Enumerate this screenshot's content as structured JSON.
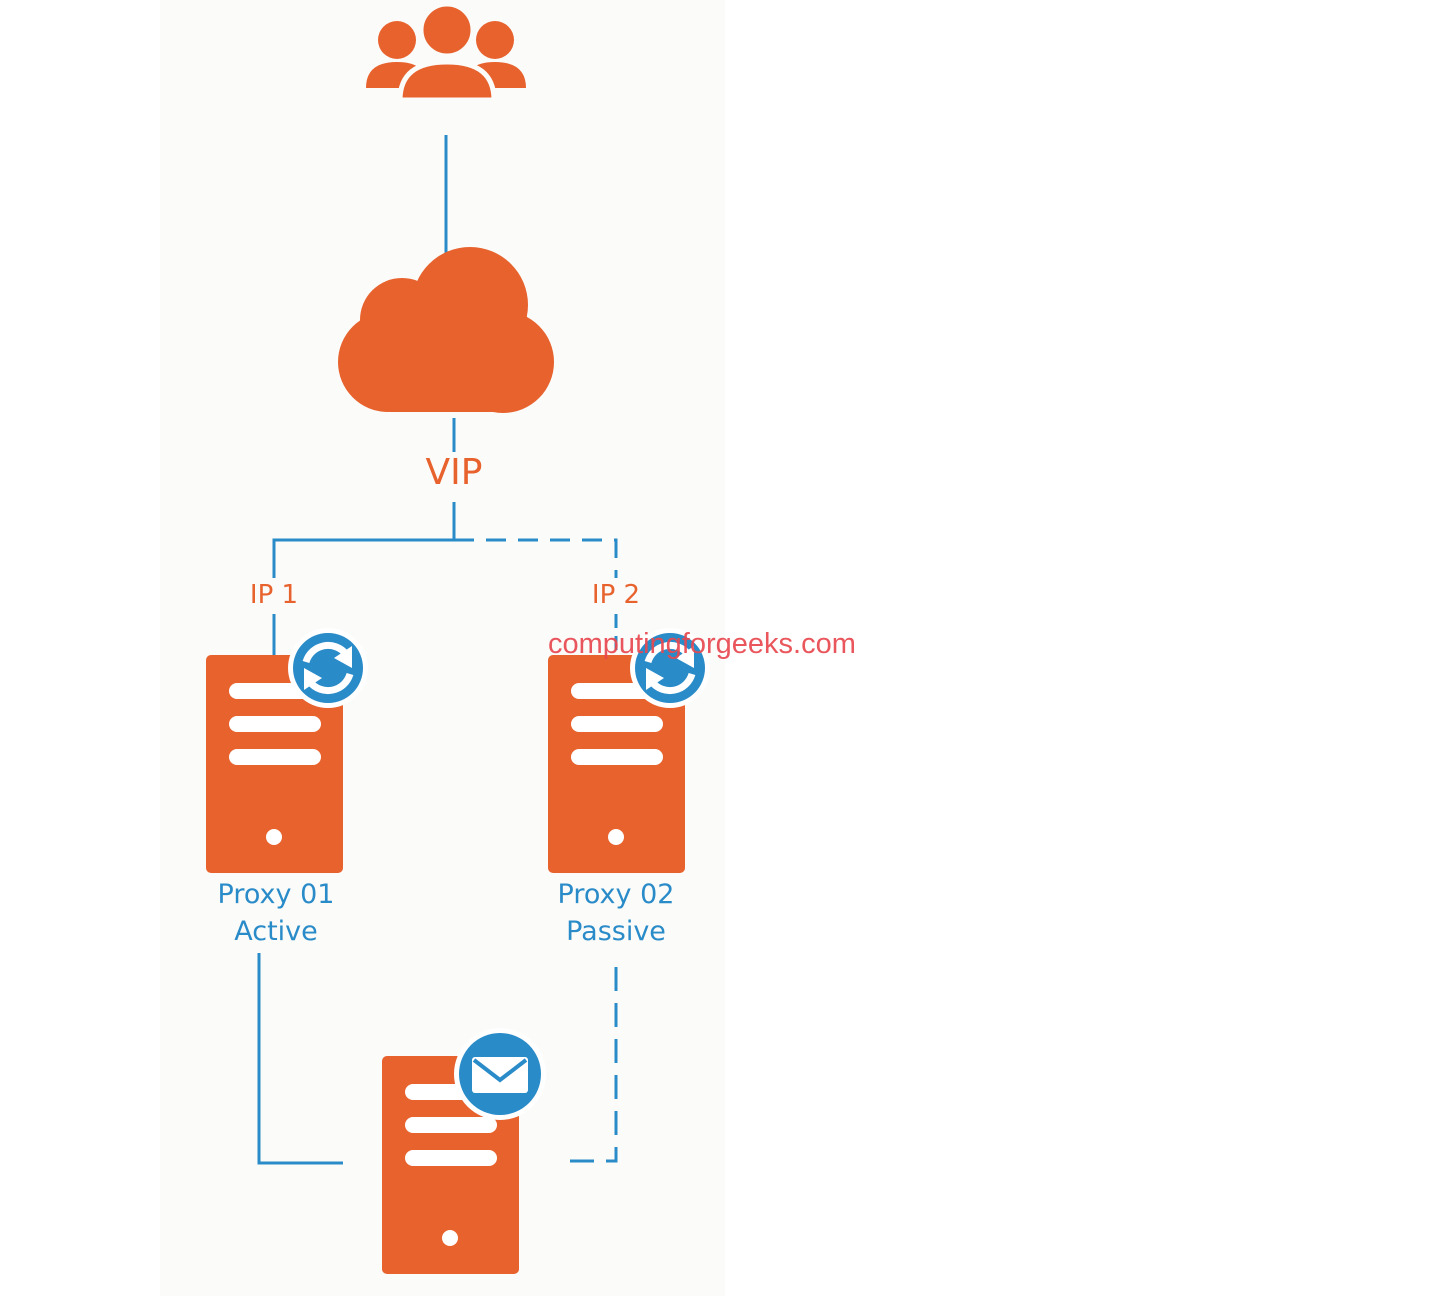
{
  "diagram": {
    "vip_label": "VIP",
    "ip1_label": "IP 1",
    "ip2_label": "IP 2",
    "proxy1": {
      "name": "Proxy 01",
      "state": "Active"
    },
    "proxy2": {
      "name": "Proxy 02",
      "state": "Passive"
    },
    "watermark": "computingforgeeks.com"
  },
  "colors": {
    "server_fill": "#e8622d",
    "line": "#2a8bc9",
    "badge": "#2a8bc9",
    "label_orange": "#e8622d",
    "label_blue": "#2a8bc9"
  },
  "icons": [
    "users-icon",
    "cloud-icon",
    "server-icon",
    "sync-icon",
    "mail-icon"
  ]
}
